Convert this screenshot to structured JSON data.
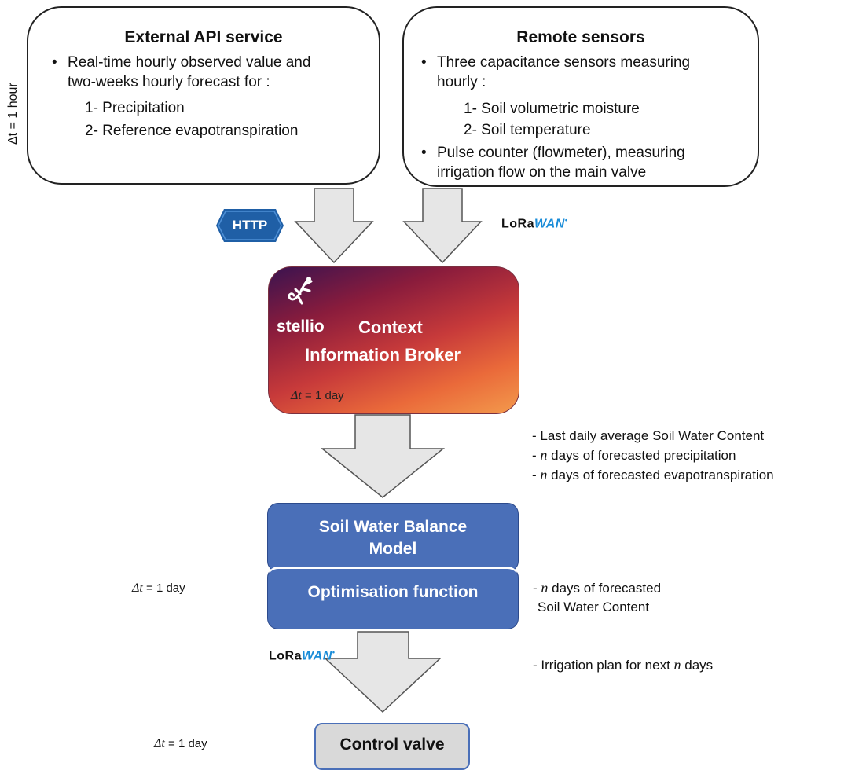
{
  "api_box": {
    "title": "External API service",
    "bullet1_line1": "Real-time hourly observed value and",
    "bullet1_line2": "two-weeks hourly forecast for :",
    "item1": "1- Precipitation",
    "item2": "2- Reference evapotranspiration",
    "dt_label": "Δt = 1 hour"
  },
  "sensor_box": {
    "title": "Remote sensors",
    "bullet1_line1": "Three capacitance sensors measuring",
    "bullet1_line2": "hourly   :",
    "item1": "1- Soil volumetric moisture",
    "item2": "2- Soil temperature",
    "bullet2_line1": "Pulse counter (flowmeter), measuring",
    "bullet2_line2": "irrigation flow on the main valve"
  },
  "protocols": {
    "http": "HTTP",
    "lora_prefix": "LoRa",
    "lora_suffix": "WAN"
  },
  "broker": {
    "logo": "stellio",
    "line1": "Context",
    "line2": "Information Broker",
    "dt_prefix": "Δt",
    "dt_value": " = 1 day"
  },
  "broker_outputs": {
    "line1": "- Last daily average Soil Water Content",
    "line2_pre": "- ",
    "line2_n": "n",
    "line2_post": " days of forecasted precipitation",
    "line3_pre": "- ",
    "line3_n": "n",
    "line3_post": " days of forecasted evapotranspiration"
  },
  "model": {
    "line1": "Soil Water Balance",
    "line2": "Model",
    "optim": "Optimisation function",
    "dt_prefix": "Δt",
    "dt_value": " = 1 day"
  },
  "model_outputs": {
    "line1_pre": "- ",
    "line1_n": "n",
    "line1_post": " days of forecasted",
    "line2": "Soil Water Content"
  },
  "irrigation_note": {
    "pre": "- Irrigation plan for next ",
    "n": "n",
    "post": " days"
  },
  "valve": {
    "label": "Control valve",
    "dt_prefix": "Δt",
    "dt_value": " = 1 day"
  },
  "colors": {
    "box_blue": "#4a6fb8",
    "arrow_fill": "#e6e6e6",
    "lora_blue": "#1a8cd8"
  }
}
